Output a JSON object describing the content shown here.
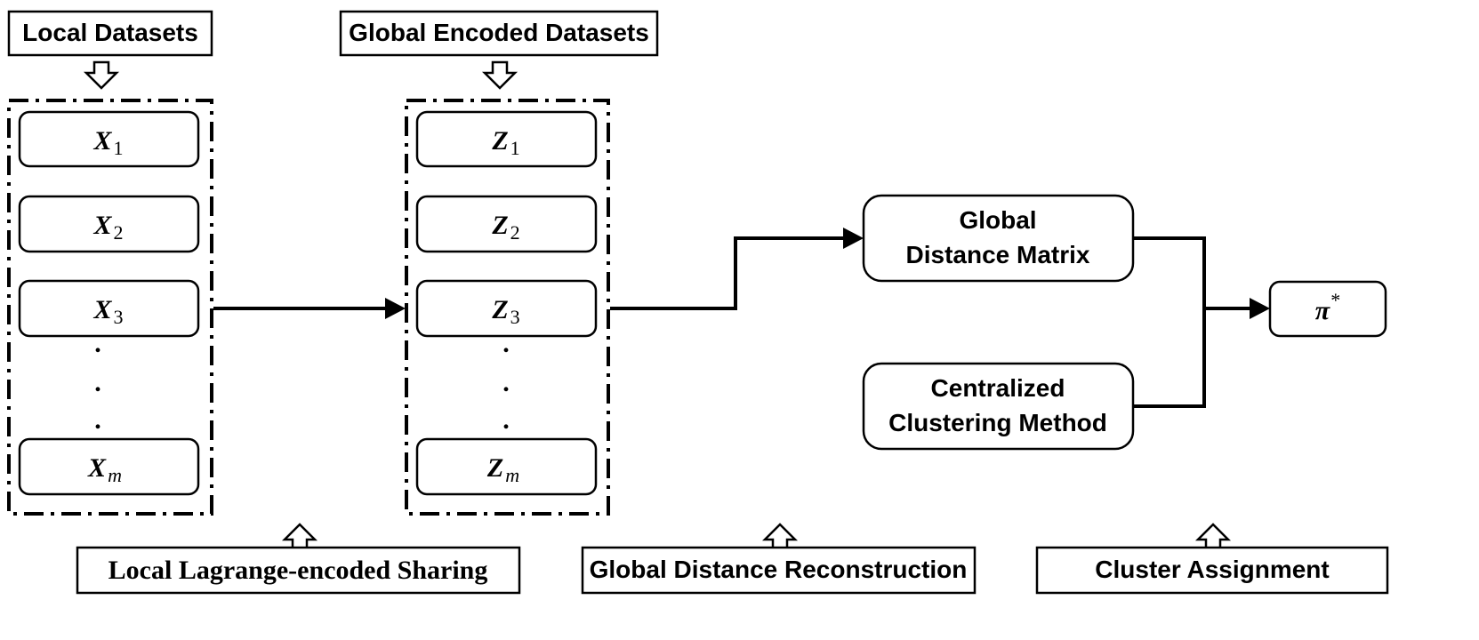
{
  "labels": {
    "local_datasets": "Local Datasets",
    "global_encoded_datasets": "Global Encoded Datasets",
    "global_distance_matrix_line1": "Global",
    "global_distance_matrix_line2": "Distance Matrix",
    "centralized_clustering_line1": "Centralized",
    "centralized_clustering_line2": "Clustering Method",
    "output_symbol": "π",
    "output_superscript": "*",
    "stage_sharing": "Local Lagrange-encoded Sharing",
    "stage_reconstruction": "Global Distance Reconstruction",
    "stage_assignment": "Cluster Assignment"
  },
  "local_items": [
    {
      "var": "X",
      "sub": "1"
    },
    {
      "var": "X",
      "sub": "2"
    },
    {
      "var": "X",
      "sub": "3"
    },
    {
      "var": "X",
      "sub": "m"
    }
  ],
  "encoded_items": [
    {
      "var": "Z",
      "sub": "1"
    },
    {
      "var": "Z",
      "sub": "2"
    },
    {
      "var": "Z",
      "sub": "3"
    },
    {
      "var": "Z",
      "sub": "m"
    }
  ],
  "ellipsis_dots": ".",
  "colors": {
    "stroke": "#000000",
    "fill": "#ffffff"
  }
}
